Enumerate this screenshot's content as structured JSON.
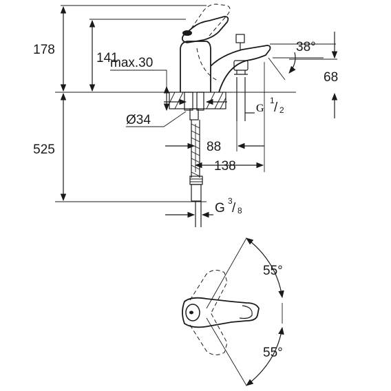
{
  "dimensions": {
    "height_total": "178",
    "height_spout": "141",
    "deck_thickness": "max.30",
    "hole_diameter": "Ø34",
    "total_below_deck": "525",
    "distance_outlet": "88",
    "projection": "138",
    "outlet_angle": "38°",
    "outlet_height": "68",
    "outlet_thread_main": "G",
    "outlet_thread_num": "1",
    "outlet_thread_den": "2",
    "supply_thread_main": "G",
    "supply_thread_num": "3",
    "supply_thread_den": "8",
    "lever_angle_top": "55°",
    "lever_angle_bottom": "55°"
  },
  "colors": {
    "line": "#1a1a1a",
    "background": "#ffffff"
  }
}
